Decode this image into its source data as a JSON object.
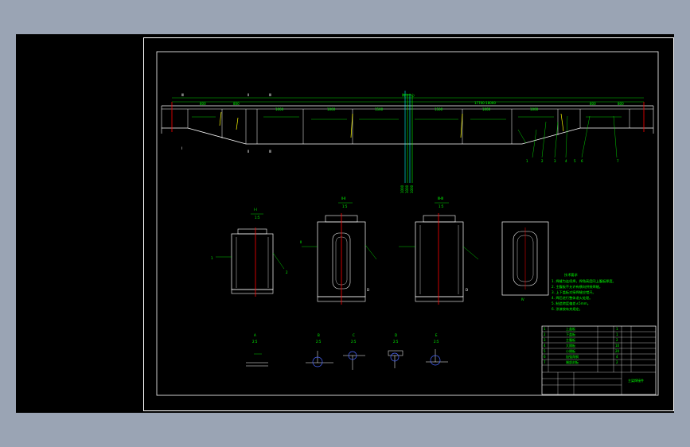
{
  "app": {
    "name": "CAD drawing viewer",
    "background_color": "#9aa4b4",
    "canvas_color": "#000000"
  },
  "drawing": {
    "line_color": "#ffffff",
    "accent_colors": {
      "dimension": "#00ff00",
      "center": "#ff0000",
      "highlight": "#ffff00",
      "axis": "#00ffff"
    },
    "main_view": {
      "dim_total": "17700-18000",
      "dim_left": "Ⅲ",
      "dim_right": "Ⅲ",
      "callouts": [
        "1",
        "2",
        "3",
        "4",
        "5",
        "6",
        "7"
      ],
      "center_label": "跨中中心"
    },
    "sections": [
      {
        "label": "Ⅰ-Ⅰ",
        "scale": "1:5"
      },
      {
        "label": "Ⅱ-Ⅱ",
        "scale": "1:5"
      },
      {
        "label": "Ⅲ-Ⅲ",
        "scale": "1:5"
      },
      {
        "label": "Ⅳ",
        "scale": ""
      }
    ],
    "details": [
      {
        "label": "A",
        "scale": "2:5"
      },
      {
        "label": "B",
        "scale": "2:5"
      },
      {
        "label": "C",
        "scale": "2:5"
      },
      {
        "label": "D",
        "scale": "2:5"
      },
      {
        "label": "E",
        "scale": "2:5"
      }
    ],
    "notes_title": "技术要求",
    "notes": [
      "1. 焊缝为连续焊，焊角高度同上腹板厚度。",
      "2. 主腹板不允许有横向拼接焊缝。",
      "3. 上下盖板对接焊缝应错开。",
      "4. 焊后进行整体退火处理。",
      "5. 制造跨度偏差±5mm。",
      "6. 涂漆按有关规定。"
    ],
    "title_block": {
      "drawing_title": "主梁焊接件",
      "bom_rows": [
        {
          "no": "1",
          "name": "上盖板",
          "qty": "1"
        },
        {
          "no": "2",
          "name": "下盖板",
          "qty": "1"
        },
        {
          "no": "3",
          "name": "主腹板",
          "qty": "2"
        },
        {
          "no": "4",
          "name": "大隔板",
          "qty": "10"
        },
        {
          "no": "5",
          "name": "小隔板",
          "qty": "20"
        },
        {
          "no": "6",
          "name": "加强角钢",
          "qty": "4"
        },
        {
          "no": "7",
          "name": "端部封板",
          "qty": "2"
        }
      ]
    }
  }
}
